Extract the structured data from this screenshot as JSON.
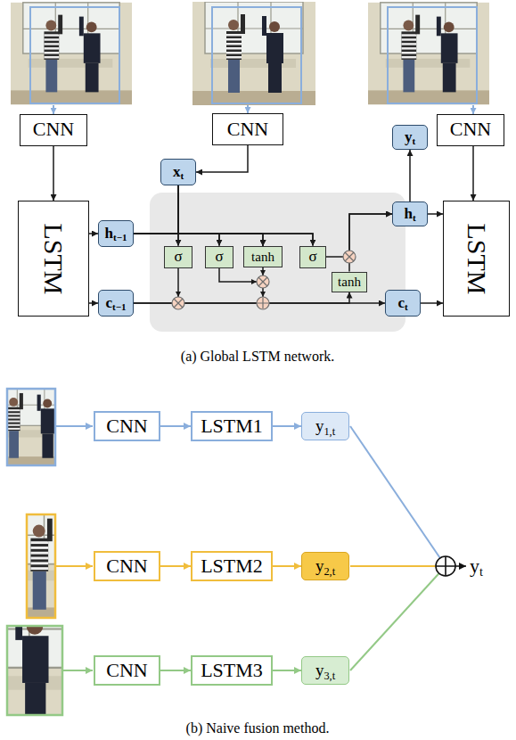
{
  "diagram": {
    "nodes": [
      {
        "text": [
          "CNN"
        ]
      },
      {
        "text": [
          "CNN"
        ]
      },
      {
        "text": [
          "CNN"
        ]
      },
      {
        "text": [
          "LSTM"
        ]
      },
      {
        "text": [
          "ht−1"
        ]
      },
      {
        "text": [
          "xt"
        ]
      },
      {
        "text": [
          "σ"
        ]
      },
      {
        "text": [
          "σ"
        ]
      },
      {
        "text": [
          "tanh"
        ]
      },
      {
        "text": [
          "σ"
        ]
      },
      {
        "text": [
          "yt"
        ]
      },
      {
        "text": [
          "ht"
        ]
      },
      {
        "text": [
          "tanh"
        ]
      },
      {
        "text": [
          "ct−1"
        ]
      },
      {
        "text": [
          "ct"
        ]
      },
      {
        "text": [
          "LSTM"
        ]
      },
      {
        "text": [
          "CNN"
        ]
      },
      {
        "text": [
          "LSTM1"
        ]
      },
      {
        "text": [
          "y1,t"
        ]
      },
      {
        "text": [
          "CNN"
        ]
      },
      {
        "text": [
          "LSTM2"
        ]
      },
      {
        "text": [
          "y2,t"
        ]
      },
      {
        "text": [
          "CNN"
        ]
      },
      {
        "text": [
          "LSTM3"
        ]
      },
      {
        "text": [
          "y3,t"
        ]
      }
    ],
    "edges": [
      {
        "from": 0,
        "to": 3,
        "arrow": "to"
      },
      {
        "from": 1,
        "to": 5,
        "arrow": "to"
      },
      {
        "from": 2,
        "to": 15,
        "arrow": "to"
      },
      {
        "from": 3,
        "to": 4,
        "arrow": "to"
      },
      {
        "from": 3,
        "to": 13,
        "arrow": "to"
      },
      {
        "from": 4,
        "to": 6,
        "arrow": "to"
      },
      {
        "from": 4,
        "to": 7,
        "arrow": "to"
      },
      {
        "from": 4,
        "to": 8,
        "arrow": "to"
      },
      {
        "from": 4,
        "to": 9,
        "arrow": "to"
      },
      {
        "from": 5,
        "to": 6,
        "arrow": "to"
      },
      {
        "from": 5,
        "to": 7,
        "arrow": "to"
      },
      {
        "from": 5,
        "to": 8,
        "arrow": "to"
      },
      {
        "from": 5,
        "to": 9,
        "arrow": "to"
      },
      {
        "from": 13,
        "to": 14,
        "arrow": "to"
      },
      {
        "from": 13,
        "to": 12,
        "arrow": "to"
      },
      {
        "from": 9,
        "to": 11,
        "arrow": "to"
      },
      {
        "from": 12,
        "to": 11,
        "arrow": "to"
      },
      {
        "from": 11,
        "to": 10,
        "arrow": "to"
      },
      {
        "from": 11,
        "to": 15,
        "arrow": "to"
      },
      {
        "from": 14,
        "to": 15,
        "arrow": "to"
      },
      {
        "from": 16,
        "to": 17,
        "arrow": "to"
      },
      {
        "from": 17,
        "to": 18,
        "arrow": "to"
      },
      {
        "from": 19,
        "to": 20,
        "arrow": "to"
      },
      {
        "from": 20,
        "to": 21,
        "arrow": "to"
      },
      {
        "from": 22,
        "to": 23,
        "arrow": "to"
      },
      {
        "from": 23,
        "to": 24,
        "arrow": "to"
      }
    ],
    "labels": [
      "(a) Global LSTM network.",
      "yt",
      "(b) Naive fusion method."
    ]
  }
}
